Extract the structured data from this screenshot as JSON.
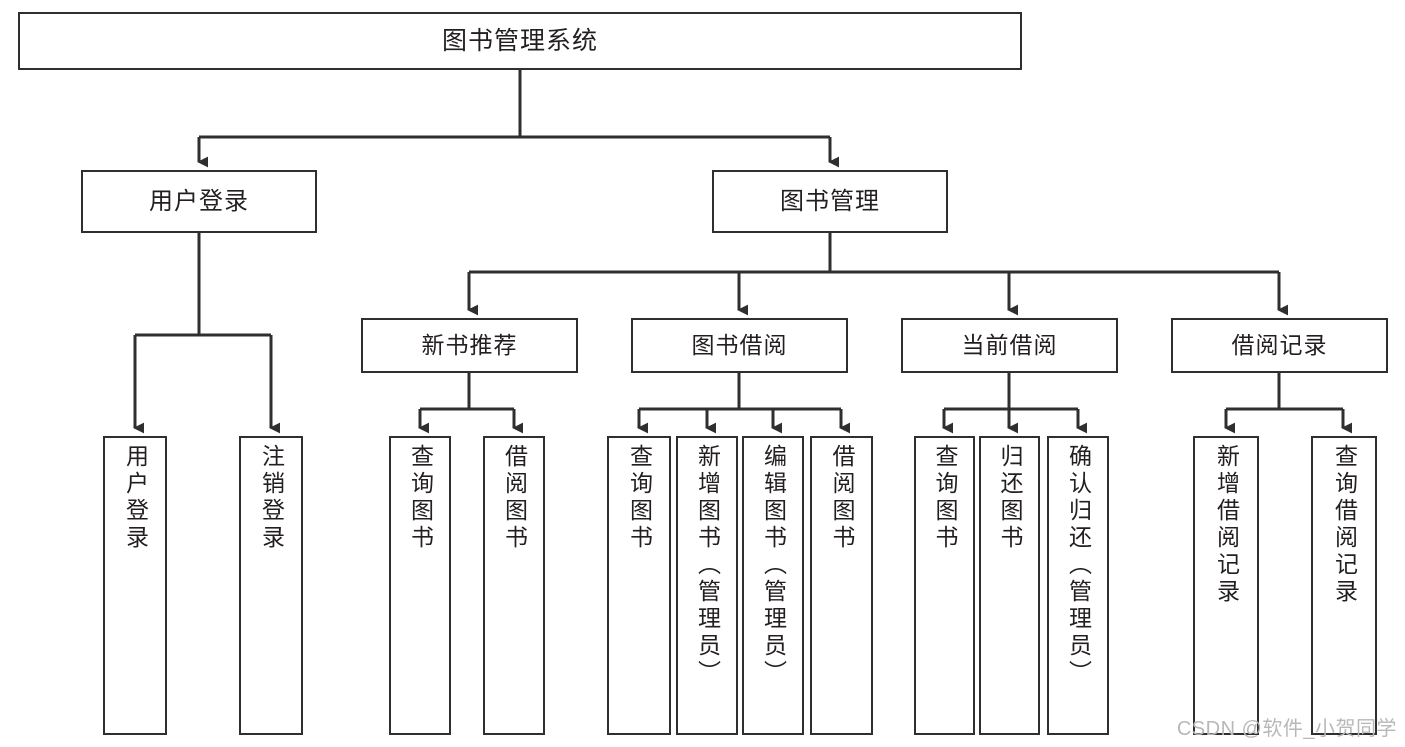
{
  "diagram": {
    "title": "图书管理系统",
    "type": "tree-hierarchy-diagram",
    "colors": {
      "stroke": "#2f2f2f",
      "fill": "#ffffff",
      "text": "#231f20",
      "watermark": "#b8b8b8"
    },
    "root": {
      "label": "图书管理系统"
    },
    "level2": [
      {
        "label": "用户登录"
      },
      {
        "label": "图书管理"
      }
    ],
    "level3": [
      {
        "label": "新书推荐"
      },
      {
        "label": "图书借阅"
      },
      {
        "label": "当前借阅"
      },
      {
        "label": "借阅记录"
      }
    ],
    "leaves": {
      "user_login": [
        {
          "label": "用户登录"
        },
        {
          "label": "注销登录"
        }
      ],
      "new_book_recommend": [
        {
          "label": "查询图书"
        },
        {
          "label": "借阅图书"
        }
      ],
      "book_borrow": [
        {
          "label": "查询图书"
        },
        {
          "label": "新增图书（管理员）"
        },
        {
          "label": "编辑图书（管理员）"
        },
        {
          "label": "借阅图书"
        }
      ],
      "current_borrow": [
        {
          "label": "查询图书"
        },
        {
          "label": "归还图书"
        },
        {
          "label": "确认归还（管理员）"
        }
      ],
      "borrow_record": [
        {
          "label": "新增借阅记录"
        },
        {
          "label": "查询借阅记录"
        }
      ]
    }
  },
  "watermark": {
    "text": "CSDN @软件_小贺同学"
  }
}
